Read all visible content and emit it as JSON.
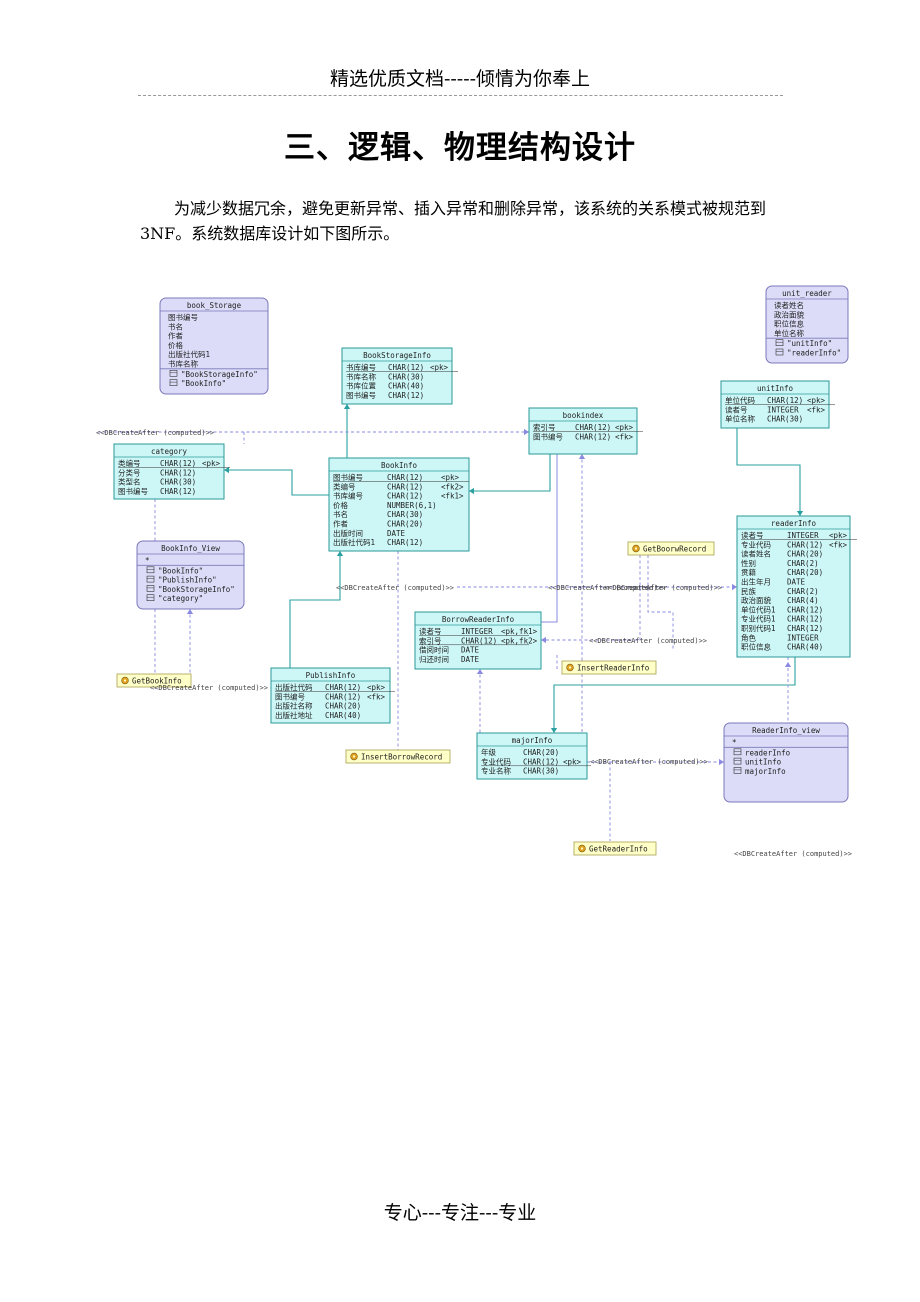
{
  "header": "精选优质文档-----倾情为你奉上",
  "title": "三、逻辑、物理结构设计",
  "intro": "为减少数据冗余，避免更新异常、插入异常和删除异常，该系统的关系模式被规范到 3NF。系统数据库设计如下图所示。",
  "footer": "专心---专注---专业",
  "colors": {
    "table_fill": "#cdf7f7",
    "table_stroke": "#2a9a9a",
    "view_fill": "#dcdcf8",
    "view_stroke": "#7a78b8",
    "proc_fill": "#ffffc8",
    "link": "#2aa0a0",
    "dashed": "#8a8ae0"
  },
  "diagram": {
    "tables": {
      "book_storage": {
        "title": "book_Storage",
        "rows": [
          "图书编号",
          "书名",
          "作者",
          "价格",
          "出版社代码1",
          "书库名称"
        ],
        "refs": [
          "\"BookStorageInfo\"",
          "\"BookInfo\""
        ]
      },
      "unit_reader": {
        "title": "unit_reader",
        "rows": [
          "读者姓名",
          "政治面貌",
          "职位信息",
          "单位名称"
        ],
        "refs": [
          "\"unitInfo\"",
          "\"readerInfo\""
        ]
      },
      "bookstorageinfo": {
        "title": "BookStorageInfo",
        "rows": [
          [
            "书库编号",
            "CHAR(12)",
            "<pk>"
          ],
          [
            "书库名称",
            "CHAR(30)",
            ""
          ],
          [
            "书库位置",
            "CHAR(40)",
            ""
          ],
          [
            "图书编号",
            "CHAR(12)",
            ""
          ]
        ]
      },
      "bookindex": {
        "title": "bookindex",
        "rows": [
          [
            "索引号",
            "CHAR(12)",
            "<pk>"
          ],
          [
            "图书编号",
            "CHAR(12)",
            "<fk>"
          ]
        ]
      },
      "unitinfo": {
        "title": "unitInfo",
        "rows": [
          [
            "单位代码",
            "CHAR(12)",
            "<pk>"
          ],
          [
            "读者号",
            "INTEGER",
            "<fk>"
          ],
          [
            "单位名称",
            "CHAR(30)",
            ""
          ]
        ]
      },
      "category": {
        "title": "category",
        "rows": [
          [
            "类编号",
            "CHAR(12)",
            "<pk>"
          ],
          [
            "分类号",
            "CHAR(12)",
            ""
          ],
          [
            "类型名",
            "CHAR(30)",
            ""
          ],
          [
            "图书编号",
            "CHAR(12)",
            ""
          ]
        ]
      },
      "bookinfo": {
        "title": "BookInfo",
        "rows": [
          [
            "图书编号",
            "CHAR(12)",
            "<pk>"
          ],
          [
            "类编号",
            "CHAR(12)",
            "<fk2>"
          ],
          [
            "书库编号",
            "CHAR(12)",
            "<fk1>"
          ],
          [
            "价格",
            "NUMBER(6,1)",
            ""
          ],
          [
            "书名",
            "CHAR(30)",
            ""
          ],
          [
            "作者",
            "CHAR(20)",
            ""
          ],
          [
            "出版时间",
            "DATE",
            ""
          ],
          [
            "出版社代码1",
            "CHAR(12)",
            ""
          ]
        ]
      },
      "readerinfo": {
        "title": "readerInfo",
        "rows": [
          [
            "读者号",
            "INTEGER",
            "<pk>"
          ],
          [
            "专业代码",
            "CHAR(12)",
            "<fk>"
          ],
          [
            "读者姓名",
            "CHAR(20)",
            ""
          ],
          [
            "性别",
            "CHAR(2)",
            ""
          ],
          [
            "贯籍",
            "CHAR(20)",
            ""
          ],
          [
            "出生年月",
            "DATE",
            ""
          ],
          [
            "民族",
            "CHAR(2)",
            ""
          ],
          [
            "政治面貌",
            "CHAR(4)",
            ""
          ],
          [
            "单位代码1",
            "CHAR(12)",
            ""
          ],
          [
            "专业代码1",
            "CHAR(12)",
            ""
          ],
          [
            "职别代码1",
            "CHAR(12)",
            ""
          ],
          [
            "角色",
            "INTEGER",
            ""
          ],
          [
            "职位信息",
            "CHAR(40)",
            ""
          ]
        ]
      },
      "bookinfo_view": {
        "title": "BookInfo_View",
        "rows": [
          "*"
        ],
        "refs": [
          "\"BookInfo\"",
          "\"PublishInfo\"",
          "\"BookStorageInfo\"",
          "\"category\""
        ]
      },
      "borrowreaderinfo": {
        "title": "BorrowReaderInfo",
        "rows": [
          [
            "读者号",
            "INTEGER",
            "<pk,fk1>"
          ],
          [
            "索引号",
            "CHAR(12)",
            "<pk,fk2>"
          ],
          [
            "借阅时间",
            "DATE",
            ""
          ],
          [
            "归还时间",
            "DATE",
            ""
          ]
        ]
      },
      "publishinfo": {
        "title": "PublishInfo",
        "rows": [
          [
            "出版社代码",
            "CHAR(12)",
            "<pk>"
          ],
          [
            "图书编号",
            "CHAR(12)",
            "<fk>"
          ],
          [
            "出版社名称",
            "CHAR(20)",
            ""
          ],
          [
            "出版社地址",
            "CHAR(40)",
            ""
          ]
        ]
      },
      "majorinfo": {
        "title": "majorInfo",
        "rows": [
          [
            "年级",
            "CHAR(20)",
            ""
          ],
          [
            "专业代码",
            "CHAR(12)",
            "<pk>"
          ],
          [
            "专业名称",
            "CHAR(30)",
            ""
          ]
        ]
      },
      "readerinfo_view": {
        "title": "ReaderInfo_view",
        "rows": [
          "*"
        ],
        "refs": [
          "readerInfo",
          "unitInfo",
          "majorInfo"
        ]
      }
    },
    "procedures": [
      "GetBoorwRecord",
      "InsertReaderInfo",
      "GetBookInfo",
      "InsertBorrowRecord",
      "GetReaderInfo"
    ],
    "notes": [
      "<<DBCreateAfter (computed)>>",
      "<<DBCreateAfter (computed)>>",
      "<<DBCreateAfter (computed)>>",
      "<<DBCreateAfter (computed)>>",
      "<<DBCreateAfter (computed)>>",
      "<<DBCreateAfter (computed)>>",
      "<<DBCreateAfter (computed)>>",
      "<<DBCreateAfter (computed)>>"
    ]
  }
}
